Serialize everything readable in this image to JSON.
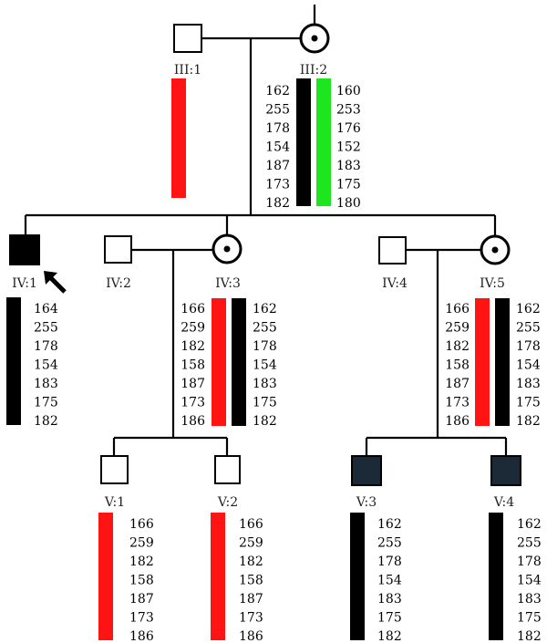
{
  "colors": {
    "line": "#000000",
    "red_haplotype": "#ff1414",
    "black_haplotype": "#000000",
    "green_haplotype": "#1ee61e",
    "affected_fill": "#000000",
    "v_affected_fill": "#1c2a38"
  },
  "individuals": {
    "III1": {
      "label": "III:1",
      "status": "unaffected"
    },
    "III2": {
      "label": "III:2",
      "status": "carrier"
    },
    "IV1": {
      "label": "IV:1",
      "status": "affected",
      "proband_icon": "proband-arrow-icon"
    },
    "IV2": {
      "label": "IV:2",
      "status": "unaffected"
    },
    "IV3": {
      "label": "IV:3",
      "status": "carrier"
    },
    "IV4": {
      "label": "IV:4",
      "status": "unaffected"
    },
    "IV5": {
      "label": "IV:5",
      "status": "carrier"
    },
    "V1": {
      "label": "V:1",
      "status": "unaffected"
    },
    "V2": {
      "label": "V:2",
      "status": "unaffected"
    },
    "V3": {
      "label": "V:3",
      "status": "affected"
    },
    "V4": {
      "label": "V:4",
      "status": "affected"
    }
  },
  "haplotypes": {
    "III2_left": [
      "162",
      "255",
      "178",
      "154",
      "187",
      "173",
      "182"
    ],
    "III2_right": [
      "160",
      "253",
      "176",
      "152",
      "183",
      "175",
      "180"
    ],
    "IV1": [
      "164",
      "255",
      "178",
      "154",
      "183",
      "175",
      "182"
    ],
    "IV3_left": [
      "166",
      "259",
      "182",
      "158",
      "187",
      "173",
      "186"
    ],
    "IV3_right": [
      "162",
      "255",
      "178",
      "154",
      "183",
      "175",
      "182"
    ],
    "IV5_left": [
      "166",
      "259",
      "182",
      "158",
      "187",
      "173",
      "186"
    ],
    "IV5_right": [
      "162",
      "255",
      "178",
      "154",
      "183",
      "175",
      "182"
    ],
    "V1": [
      "166",
      "259",
      "182",
      "158",
      "187",
      "173",
      "186"
    ],
    "V2": [
      "166",
      "259",
      "182",
      "158",
      "187",
      "173",
      "186"
    ],
    "V3": [
      "162",
      "255",
      "178",
      "154",
      "183",
      "175",
      "182"
    ],
    "V4": [
      "162",
      "255",
      "178",
      "154",
      "183",
      "175",
      "182"
    ]
  }
}
